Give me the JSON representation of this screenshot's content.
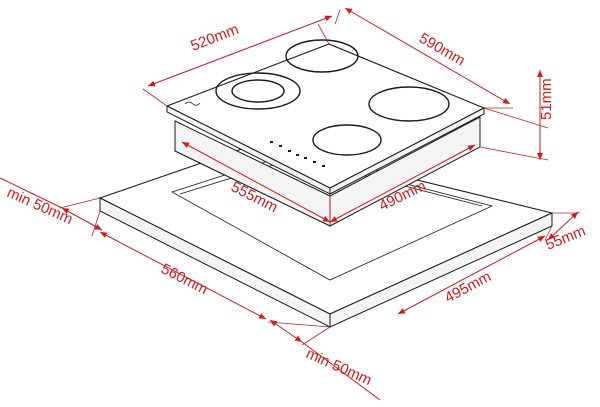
{
  "figure": {
    "dimensions": {
      "hob_depth": "520mm",
      "hob_width": "590mm",
      "hob_height": "51mm",
      "cutout_width": "555mm",
      "cutout_depth": "490mm",
      "min_clearance_front": "min 50mm",
      "counter_depth": "560mm",
      "counter_width": "495mm",
      "counter_thickness": "55mm",
      "min_clearance_side": "min 50mm"
    },
    "colors": {
      "dimension": "#cc1e1e",
      "outline": "#1a1a1a"
    }
  }
}
